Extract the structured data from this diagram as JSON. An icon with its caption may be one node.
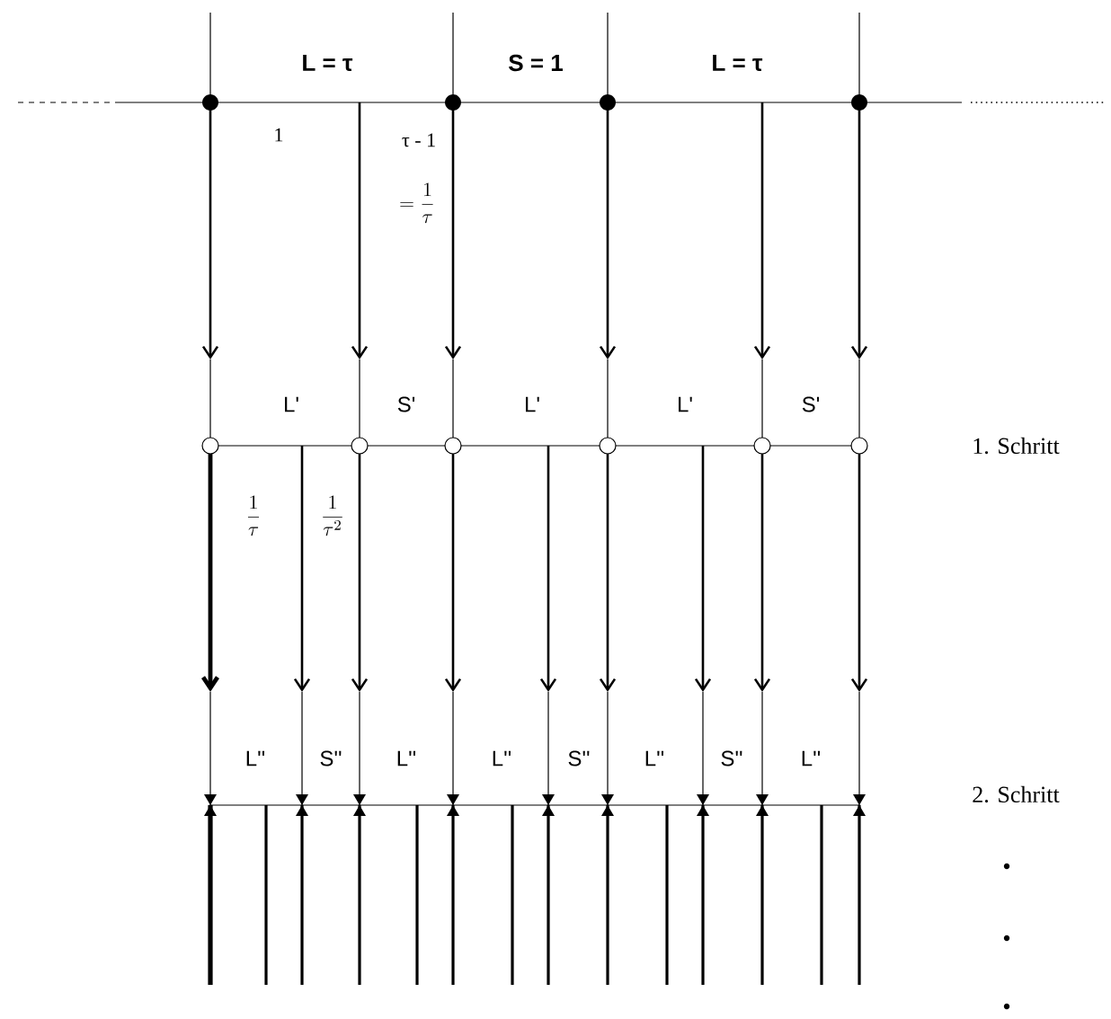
{
  "diagram": {
    "labels": [
      "L = τ",
      "S = 1",
      "L = τ",
      "1",
      "τ - 1",
      "=\\frac{1}{\\tau}",
      "L'",
      "S'",
      "L'",
      "L'",
      "S'",
      "1. Schritt",
      "\\frac{1}{\\tau}",
      "\\frac{1}{\\tau^2}",
      "L''",
      "S''",
      "L''",
      "L''",
      "S''",
      "L''",
      "S''",
      "L''",
      "2. Schritt"
    ]
  }
}
